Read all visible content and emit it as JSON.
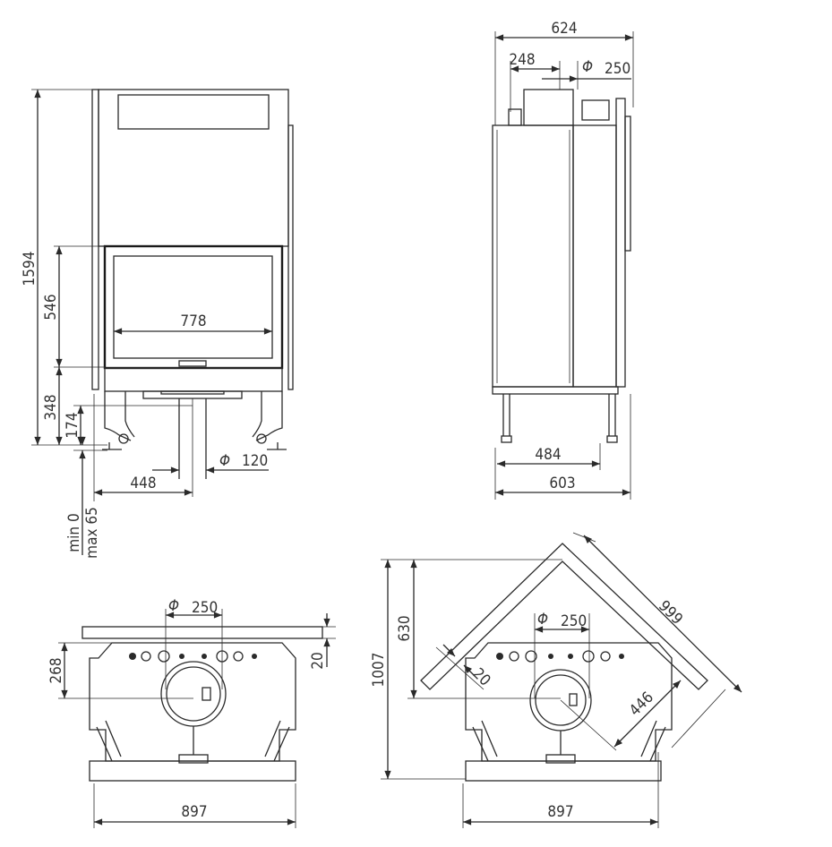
{
  "front_view": {
    "height_total": "1594",
    "door_height": "546",
    "base_height": "348",
    "leg_height": "174",
    "adjust_min": "min 0",
    "adjust_max": "max 65",
    "glass_width": "778",
    "pipe_offset": "448",
    "pipe_diameter_symbol": "Φ",
    "pipe_diameter": "120"
  },
  "side_view": {
    "depth_top": "624",
    "flue_offset": "248",
    "flue_diameter_symbol": "Φ",
    "flue_diameter": "250",
    "leg_spacing": "484",
    "depth_bottom": "603"
  },
  "top_view": {
    "flue_diameter_symbol": "Φ",
    "flue_diameter": "250",
    "flue_offset": "268",
    "plate_gap": "20",
    "width": "897"
  },
  "corner_view": {
    "total_depth": "1007",
    "flue_depth": "630",
    "flue_diameter_symbol": "Φ",
    "flue_diameter": "250",
    "wall_length": "999",
    "wall_gap": "20",
    "flue_distance": "446",
    "width": "897"
  }
}
